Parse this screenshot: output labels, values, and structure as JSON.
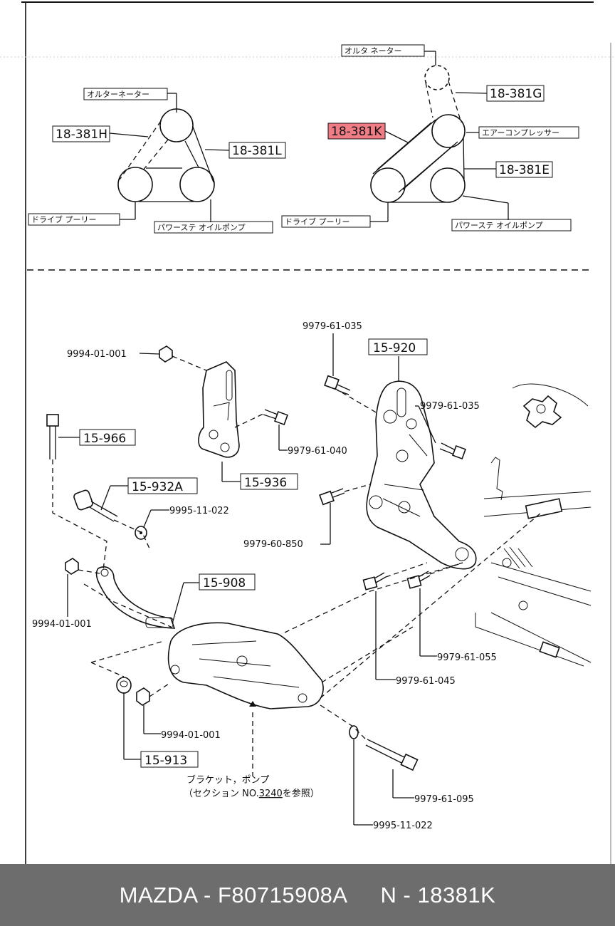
{
  "belt_diagrams": {
    "left": {
      "alternator": "オルターネーター",
      "belt_h": "18-381H",
      "belt_l": "18-381L",
      "drive_pulley": "ドライブ プーリー",
      "power_steering_pump": "パワーステ オイルポンプ"
    },
    "right": {
      "alternator": "オルタ ネーター",
      "belt_g": "18-381G",
      "belt_k": "18-381K",
      "air_compressor": "エアーコンプレッサー",
      "belt_e": "18-381E",
      "drive_pulley": "ドライブ プーリー",
      "power_steering_pump": "パワーステ オイルポンプ"
    }
  },
  "parts": {
    "p15_920": "15-920",
    "p15_966": "15-966",
    "p15_932a": "15-932A",
    "p15_936": "15-936",
    "p15_908": "15-908",
    "p15_913": "15-913",
    "b9979_61_035_top": "9979-61-035",
    "b9979_61_035_right": "9979-61-035",
    "n9994_01_001_top": "9994-01-001",
    "b9979_61_040": "9979-61-040",
    "w9995_11_022_mid": "9995-11-022",
    "b9979_60_850": "9979-60-850",
    "n9994_01_001_left": "9994-01-001",
    "b9979_61_055": "9979-61-055",
    "b9979_61_045": "9979-61-045",
    "n9994_01_001_bottom": "9994-01-001",
    "b9979_61_095": "9979-61-095",
    "w9995_11_022_bottom": "9995-11-022"
  },
  "note": {
    "line1": "ブラケット，ポンプ",
    "line2_prefix": "（セクション NO.",
    "line2_number": "3240",
    "line2_suffix": "を参照）"
  },
  "footer": {
    "left": "MAZDA - F80715908A",
    "right": "N - 18381K"
  },
  "colors": {
    "highlight_fill": "#f07c85",
    "footer_bg": "#6d6d6d",
    "footer_text": "#ffffff"
  }
}
